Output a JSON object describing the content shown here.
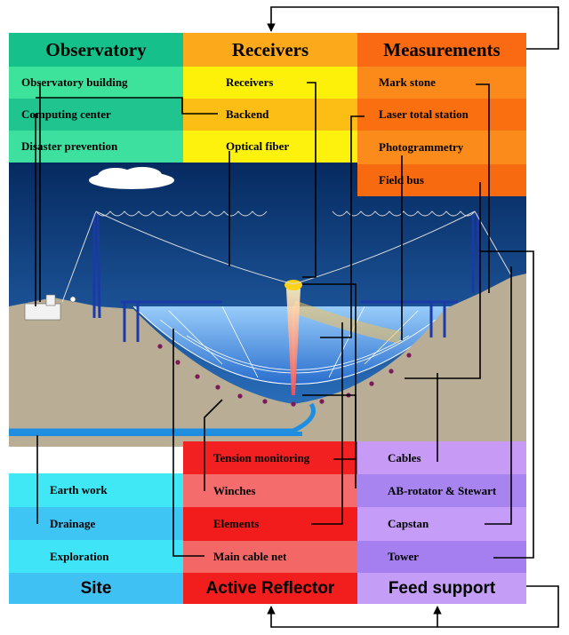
{
  "observatory": {
    "title": "Observatory",
    "items": [
      "Observatory building",
      "Computing center",
      "Disaster prevention"
    ]
  },
  "receivers": {
    "title": "Receivers",
    "items": [
      "Receivers",
      "Backend",
      "Optical fiber"
    ]
  },
  "measurements": {
    "title": "Measurements",
    "items": [
      "Mark stone",
      "Laser total station",
      "Photogrammetry",
      "Field bus"
    ]
  },
  "site": {
    "title": "Site",
    "items": [
      "Earth work",
      "Drainage",
      "Exploration"
    ]
  },
  "active_reflector": {
    "title": "Active Reflector",
    "items": [
      "Tension monitoring",
      "Winches",
      "Elements",
      "Main cable net"
    ]
  },
  "feed_support": {
    "title": "Feed support",
    "items": [
      "Cables",
      "AB-rotator & Stewart",
      "Capstan",
      "Tower"
    ]
  },
  "colors": {
    "observatory": [
      "#15c08a",
      "#3de39a",
      "#1fc48e",
      "#3ee0a0"
    ],
    "receivers": [
      "#fca91c",
      "#fdf10a",
      "#fcbe14",
      "#fdf20d"
    ],
    "measurements": [
      "#f96a12",
      "#fb8a1a",
      "#fa6f10",
      "#fb8b1b",
      "#f76a0f"
    ],
    "site": [
      "#3fe8f4",
      "#3fc5f4",
      "#3fe5f6",
      "#3fc1f3"
    ],
    "active_reflector": [
      "#f22020",
      "#f46c6c",
      "#f21c1c",
      "#f46767",
      "#f21e1e"
    ],
    "feed_support": [
      "#c79af6",
      "#a884f0",
      "#c59cf7",
      "#a57ef0",
      "#c49ef6"
    ],
    "sky": "#0b3f82",
    "ground": "#b8ab93",
    "water": "#1f8de0"
  }
}
